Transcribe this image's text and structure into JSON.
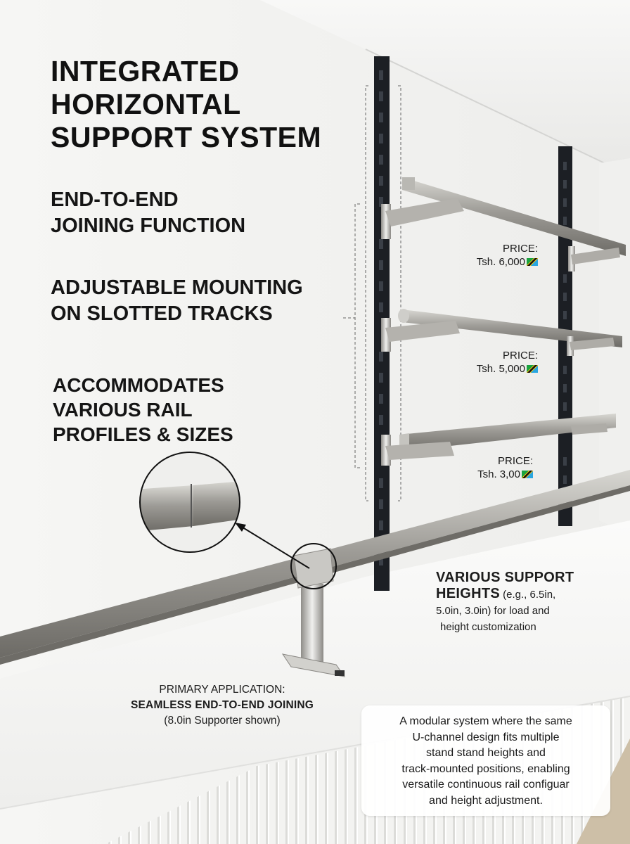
{
  "title": {
    "lines": [
      "INTEGRATED",
      "HORIZONTAL",
      "SUPPORT SYSTEM"
    ]
  },
  "features": [
    {
      "lines": [
        "END-TO-END",
        "JOINING FUNCTION"
      ]
    },
    {
      "lines": [
        "ADJUSTABLE MOUNTING",
        "ON SLOTTED TRACKS"
      ]
    },
    {
      "lines": [
        "ACCOMMODATES",
        "VARIOUS RAIL",
        "PROFILES & SIZES"
      ]
    }
  ],
  "prices": [
    {
      "label": "PRICE:",
      "value": "Tsh. 6,000"
    },
    {
      "label": "PRICE:",
      "value": "Tsh. 5,000"
    },
    {
      "label": "PRICE:",
      "value": "Tsh. 3,00"
    }
  ],
  "heights_note": {
    "line1": "VARIOUS SUPPORT",
    "heading2": "HEIGHTS",
    "detail": "(e.g., 6.5in,",
    "line3": "5.0in, 3.0in) for load and",
    "line4": "height customization"
  },
  "primary": {
    "label": "PRIMARY APPLICATION:",
    "bold": "SEAMLESS END-TO-END JOINING",
    "caption": "(8.0in Supporter shown)"
  },
  "modular_note": {
    "lines": [
      "A modular system where the same",
      "U-channel design fits multiple",
      "stand stand heights and",
      "track-mounted positions, enabling",
      "versatile continuous rail configuar",
      "and height adjustment."
    ]
  },
  "flag_icon": "tanzania-flag-icon",
  "colors": {
    "wall": "#f4f4f2",
    "track": "#1c1f24",
    "steel": "#9a9893",
    "text": "#111111"
  }
}
